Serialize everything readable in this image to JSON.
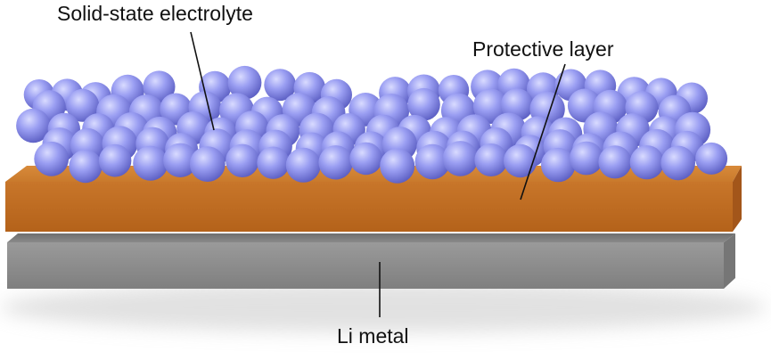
{
  "labels": {
    "electrolyte": "Solid-state electrolyte",
    "protective": "Protective layer",
    "li_metal": "Li metal"
  },
  "colors": {
    "sphere": "#8f93ee",
    "protective_layer": "#c46f1f",
    "li_metal": "#8c8c8c",
    "background": "#ffffff"
  }
}
